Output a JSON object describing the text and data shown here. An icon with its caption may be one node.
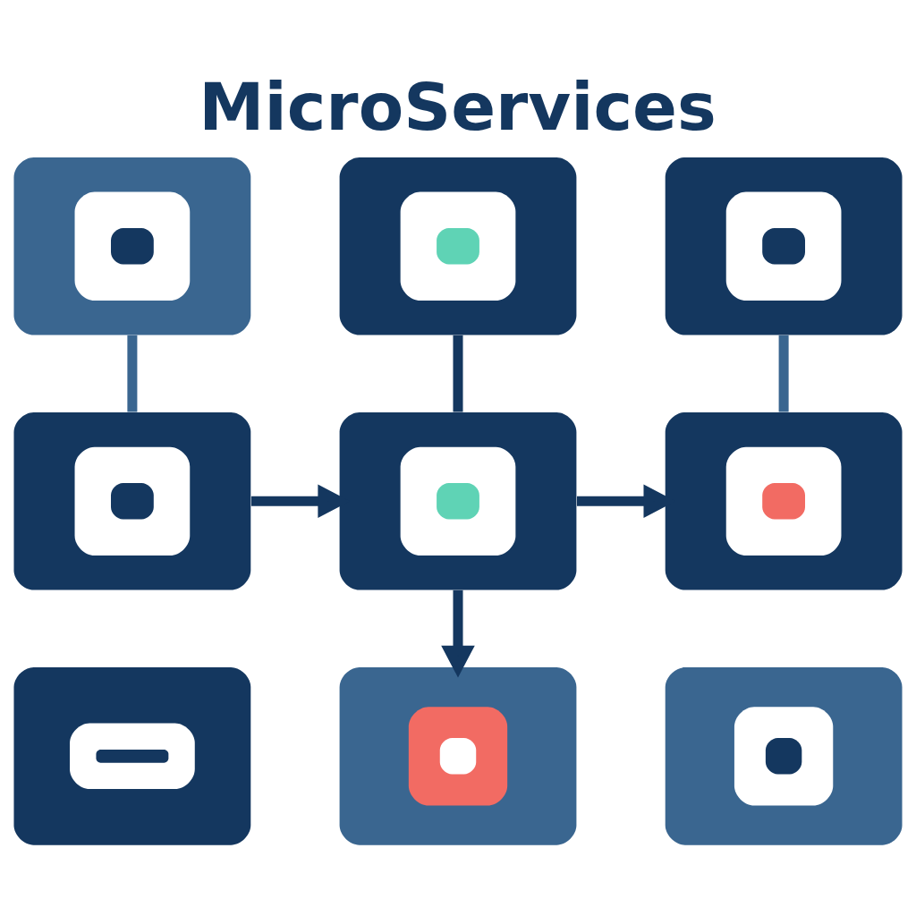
{
  "diagram": {
    "title": "MicroServices",
    "nodes": [
      {
        "text": [],
        "shape": "box"
      },
      {
        "text": [],
        "shape": "box"
      },
      {
        "text": [],
        "shape": "box"
      },
      {
        "text": [],
        "shape": "box"
      },
      {
        "text": [],
        "shape": "box"
      },
      {
        "text": [],
        "shape": "box"
      },
      {
        "text": [],
        "shape": "box"
      },
      {
        "text": [],
        "shape": "box"
      },
      {
        "text": [],
        "shape": "box"
      }
    ],
    "edges": [
      {
        "from": 0,
        "to": 3,
        "arrow": "none",
        "color": "#3a6690"
      },
      {
        "from": 1,
        "to": 4,
        "arrow": "none"
      },
      {
        "from": 2,
        "to": 5,
        "arrow": "none",
        "color": "#3a6690"
      },
      {
        "from": 3,
        "to": 4,
        "arrow": "to"
      },
      {
        "from": 4,
        "to": 5,
        "arrow": "to"
      },
      {
        "from": 4,
        "to": 7,
        "arrow": "to"
      }
    ]
  }
}
